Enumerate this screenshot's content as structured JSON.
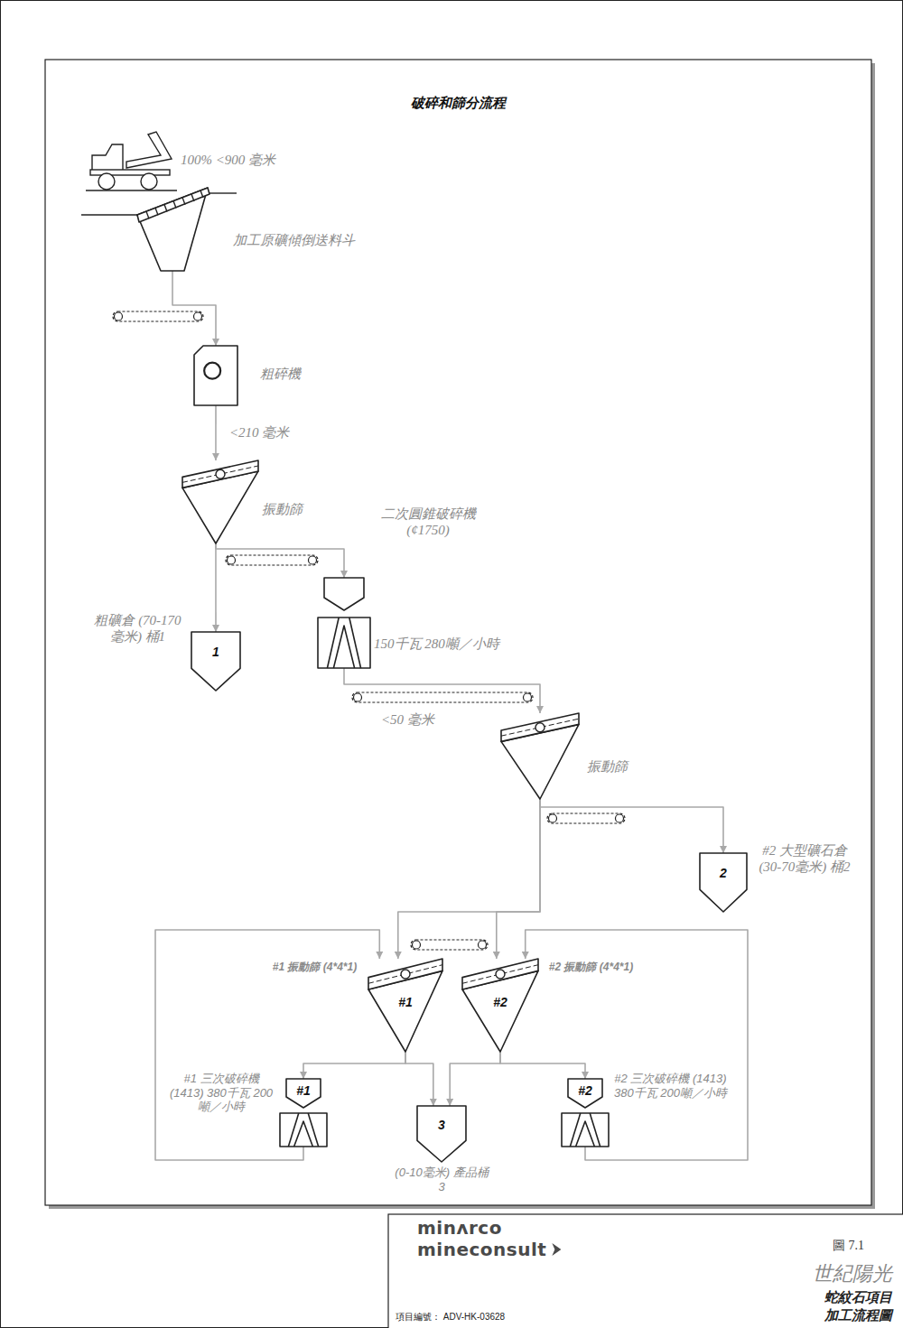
{
  "diagram": {
    "title": "破碎和篩分流程",
    "nodes": [
      {
        "text": [
          "加工原礦傾倒送料斗"
        ]
      },
      {
        "text": [
          "粗碎機"
        ]
      },
      {
        "text": [
          "振動篩"
        ]
      },
      {
        "text": [
          "1",
          "粗礦倉 (70-170毫米) 桶1"
        ]
      },
      {
        "text": [
          "二次圓錐破碎機 (¢1750)",
          "150千瓦 280噸／小時"
        ]
      },
      {
        "text": [
          "振動篩"
        ]
      },
      {
        "text": [
          "2",
          "#2 大型礦石倉 (30-70毫米) 桶2"
        ]
      },
      {
        "text": [
          "#1",
          "#1 振動篩 (4*4*1)"
        ]
      },
      {
        "text": [
          "#2",
          "#2 振動篩 (4*4*1)"
        ]
      },
      {
        "text": [
          "#1",
          "#1 三次破碎機 (1413) 380千瓦 200噸／小時"
        ]
      },
      {
        "text": [
          "3",
          "(0-10毫米) 產品桶3"
        ]
      },
      {
        "text": [
          "#2",
          "#2 三次破碎機 (1413) 380千瓦 200噸／小時"
        ]
      }
    ],
    "edges": [
      {
        "from": 0,
        "to": 1,
        "arrow": "to"
      },
      {
        "from": 1,
        "to": 2,
        "label": "<210 毫米",
        "arrow": "to"
      },
      {
        "from": 2,
        "to": 3,
        "arrow": "to"
      },
      {
        "from": 2,
        "to": 4,
        "arrow": "to"
      },
      {
        "from": 4,
        "to": 5,
        "label": "<50 毫米",
        "arrow": "to"
      },
      {
        "from": 5,
        "to": 6,
        "arrow": "to"
      },
      {
        "from": 5,
        "to": 7,
        "arrow": "to"
      },
      {
        "from": 5,
        "to": 8,
        "arrow": "to"
      },
      {
        "from": 7,
        "to": 9,
        "arrow": "to"
      },
      {
        "from": 7,
        "to": 10,
        "arrow": "to"
      },
      {
        "from": 8,
        "to": 10,
        "arrow": "to"
      },
      {
        "from": 8,
        "to": 11,
        "arrow": "to"
      },
      {
        "from": 9,
        "to": 7,
        "arrow": "to"
      },
      {
        "from": 11,
        "to": 8,
        "arrow": "to"
      }
    ],
    "labels": [
      "100% <900 毫米",
      "minʌrco",
      "mineconsult",
      "圖 7.1",
      "世紀陽光",
      "蛇紋石項目",
      "加工流程圖",
      "項目編號： ADV-HK-03628"
    ]
  }
}
